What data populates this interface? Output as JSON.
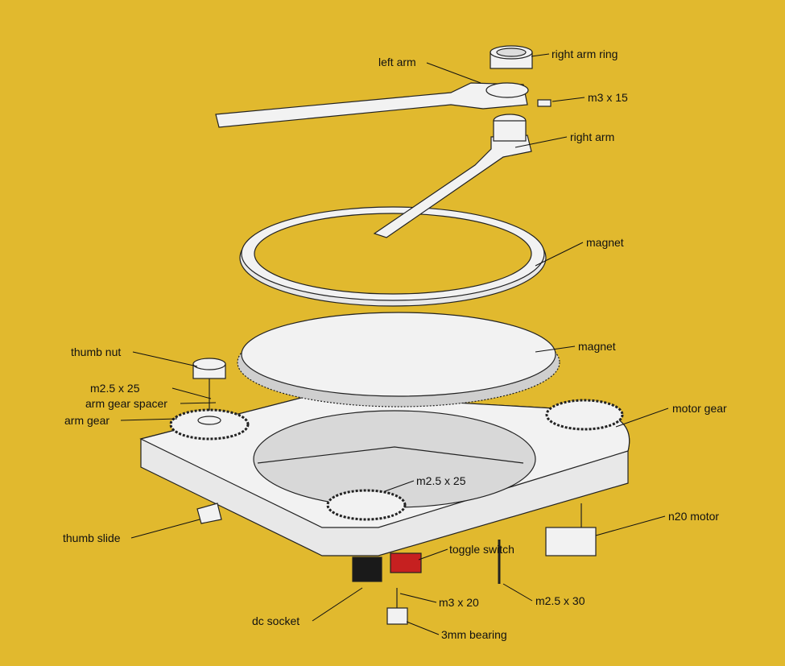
{
  "colors": {
    "background": "#E1B92E",
    "part": "#F2F2F2",
    "outline": "#222222",
    "switch": "#C62020",
    "socket": "#1A1A1A"
  },
  "labels": {
    "left_arm": "left arm",
    "right_arm_ring": "right arm ring",
    "m3x15": "m3 x 15",
    "right_arm": "right arm",
    "magnet_ring": "magnet",
    "magnet_disk": "magnet",
    "thumb_nut": "thumb nut",
    "m25x25_top": "m2.5 x 25",
    "arm_gear_spacer": "arm gear spacer",
    "arm_gear": "arm gear",
    "motor_gear": "motor gear",
    "m25x25_center": "m2.5 x 25",
    "n20_motor": "n20 motor",
    "thumb_slide": "thumb slide",
    "toggle_switch": "toggle switch",
    "m25x30": "m2.5 x 30",
    "m3x20": "m3 x 20",
    "dc_socket": "dc socket",
    "bearing_3mm": "3mm bearing"
  }
}
